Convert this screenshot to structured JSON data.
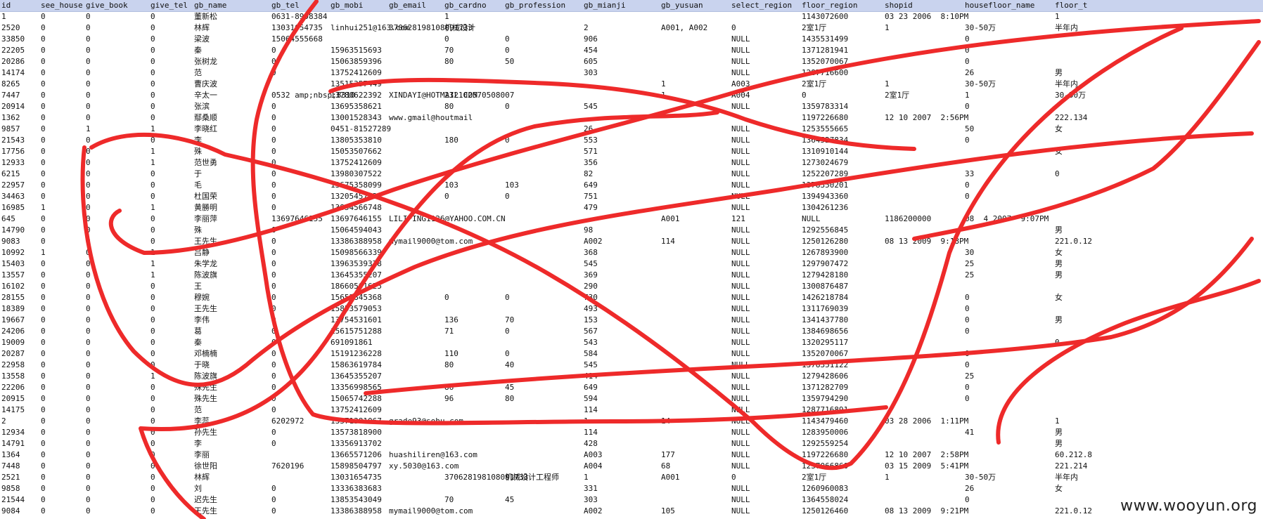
{
  "columns": [
    "id",
    "see_house",
    "give_book",
    "give_tel",
    "gb_name",
    "gb_tel",
    "gb_mobi",
    "gb_email",
    "gb_cardno",
    "gb_profession",
    "gb_mianji",
    "gb_yusuan",
    "select_region",
    "floor_region",
    "shopid",
    "housefloor_name",
    "floor_t"
  ],
  "rows": [
    [
      "1",
      "0",
      "0",
      "0",
      "董新松",
      "0631-8998384",
      "",
      "",
      "1",
      "",
      "",
      "",
      "",
      "1143072600",
      "03 23 2006  8:10PM",
      "",
      "1"
    ],
    [
      "2520",
      "0",
      "0",
      "0",
      "林辉",
      "13031654735",
      "linhui251@163.com",
      "370628198108091733",
      "机械设计",
      "",
      "2",
      "A001, A002",
      "0",
      "2室1厅",
      "1",
      "30-50万",
      "半年内"
    ],
    [
      "33850",
      "0",
      "0",
      "0",
      "梁波",
      "15064555668",
      "",
      "",
      "0",
      "0",
      "906",
      "",
      "NULL",
      "1435531499",
      "",
      "0",
      ""
    ],
    [
      "22205",
      "0",
      "0",
      "0",
      "秦",
      "0",
      "15963515693",
      "",
      "70",
      "0",
      "454",
      "",
      "NULL",
      "1371281941",
      "",
      "0",
      ""
    ],
    [
      "20286",
      "0",
      "0",
      "0",
      "张树龙",
      "0",
      "15063859396",
      "",
      "80",
      "50",
      "605",
      "",
      "NULL",
      "1352070067",
      "",
      "0",
      ""
    ],
    [
      "14174",
      "0",
      "0",
      "0",
      "范",
      "0",
      "13752412609",
      "",
      "",
      "",
      "303",
      "",
      "NULL",
      "1287716600",
      "",
      "26",
      "男"
    ],
    [
      "8265",
      "0",
      "0",
      "0",
      "曹庆波",
      "",
      "13515357449",
      "",
      "",
      "",
      "",
      "1",
      "A003",
      "2室1厅",
      "1",
      "30-50万",
      "半年内"
    ],
    [
      "7447",
      "0",
      "0",
      "0",
      "辛太一",
      "0532 amp;nbsp;8310",
      "13780622392",
      "XINDAYI@HOTMAIL.COM",
      "232102570508007",
      "",
      "",
      "1",
      "A004",
      "0",
      "2室1厅",
      "1",
      "30-50万"
    ],
    [
      "20914",
      "0",
      "0",
      "0",
      "张滨",
      "0",
      "13695358621",
      "",
      "80",
      "0",
      "545",
      "",
      "NULL",
      "1359783314",
      "",
      "0",
      ""
    ],
    [
      "1362",
      "0",
      "0",
      "0",
      "鄢桑顺",
      "0",
      "13001528343",
      "www.gmail@houtmail",
      "",
      "",
      "",
      "",
      "",
      "1197226680",
      "12 10 2007  2:56PM",
      "",
      "222.134"
    ],
    [
      "9857",
      "0",
      "1",
      "1",
      "李晓红",
      "0",
      "0451-81527289",
      "",
      "",
      "",
      "26",
      "",
      "NULL",
      "1253555665",
      "",
      "50",
      "女"
    ],
    [
      "21543",
      "0",
      "0",
      "0",
      "李",
      "0",
      "13805353810",
      "",
      "180",
      "0",
      "553",
      "",
      "NULL",
      "1364527834",
      "",
      "0",
      ""
    ],
    [
      "17756",
      "0",
      "0",
      "1",
      "殊",
      "0",
      "15053507662",
      "",
      "",
      "",
      "571",
      "",
      "NULL",
      "1310910144",
      "",
      "",
      "女"
    ],
    [
      "12933",
      "0",
      "0",
      "1",
      "范世勇",
      "0",
      "13752412609",
      "",
      "",
      "",
      "356",
      "",
      "NULL",
      "1273024679",
      "",
      "",
      ""
    ],
    [
      "6215",
      "0",
      "0",
      "0",
      "于",
      "0",
      "13980307522",
      "",
      "",
      "",
      "82",
      "",
      "NULL",
      "1252207289",
      "",
      "33",
      "0"
    ],
    [
      "22957",
      "0",
      "0",
      "0",
      "毛",
      "0",
      "13675358099",
      "",
      "103",
      "103",
      "649",
      "",
      "NULL",
      "1378350201",
      "",
      "0",
      ""
    ],
    [
      "34463",
      "0",
      "0",
      "0",
      "杜国荣",
      "0",
      "13205457722",
      "",
      "0",
      "0",
      "751",
      "",
      "NULL",
      "1394943360",
      "",
      "0",
      ""
    ],
    [
      "16985",
      "1",
      "0",
      "1",
      "黄勝明",
      "0",
      "13854566748",
      "",
      "",
      "",
      "479",
      "",
      "NULL",
      "1304261236",
      "",
      "",
      ""
    ],
    [
      "645",
      "0",
      "0",
      "0",
      "李丽萍",
      "13697646155",
      "13697646155",
      "LILIPING1126@YAHOO.COM.CN",
      "",
      "",
      "",
      "A001",
      "121",
      "NULL",
      "1186200000",
      "08  4 2007  9:07PM",
      ""
    ],
    [
      "14790",
      "0",
      "0",
      "0",
      "殊",
      "0",
      "15064594043",
      "",
      "",
      "",
      "98",
      "",
      "NULL",
      "1292556845",
      "",
      "",
      "男"
    ],
    [
      "9083",
      "0",
      "0",
      "0",
      "王先生",
      "0",
      "13386388958",
      "mymail9000@tom.com",
      "",
      "",
      "A002",
      "114",
      "NULL",
      "1250126280",
      "08 13 2009  9:18PM",
      "",
      "221.0.12"
    ],
    [
      "10992",
      "1",
      "0",
      "1",
      "吕静",
      "0",
      "15098566339",
      "",
      "",
      "",
      "368",
      "",
      "NULL",
      "1267893900",
      "",
      "30",
      "女"
    ],
    [
      "15403",
      "0",
      "0",
      "1",
      "朱学龙",
      "0",
      "13963539378",
      "",
      "",
      "",
      "545",
      "",
      "NULL",
      "1297907472",
      "",
      "25",
      "男"
    ],
    [
      "13557",
      "0",
      "0",
      "1",
      "陈波旗",
      "0",
      "13645355207",
      "",
      "",
      "",
      "369",
      "",
      "NULL",
      "1279428180",
      "",
      "25",
      "男"
    ],
    [
      "16102",
      "0",
      "0",
      "0",
      "王",
      "0",
      "18660501625",
      "",
      "",
      "",
      "290",
      "",
      "NULL",
      "1300876487",
      "",
      "",
      ""
    ],
    [
      "28155",
      "0",
      "0",
      "0",
      "穆婉",
      "0",
      "15653845368",
      "",
      "0",
      "0",
      "730",
      "",
      "NULL",
      "1426218784",
      "",
      "0",
      "女"
    ],
    [
      "18389",
      "0",
      "0",
      "0",
      "王先生",
      "0",
      "15853579053",
      "",
      "",
      "",
      "493",
      "",
      "NULL",
      "1311769039",
      "",
      "0",
      ""
    ],
    [
      "19667",
      "0",
      "0",
      "0",
      "李伟",
      "0",
      "13754531601",
      "",
      "136",
      "70",
      "153",
      "",
      "NULL",
      "1341437780",
      "",
      "0",
      "男"
    ],
    [
      "24206",
      "0",
      "0",
      "0",
      "葛",
      "0",
      "15615751288",
      "",
      "71",
      "0",
      "567",
      "",
      "NULL",
      "1384698656",
      "",
      "0",
      ""
    ],
    [
      "19009",
      "0",
      "0",
      "0",
      "秦",
      "0",
      "691091861",
      "",
      "",
      "",
      "543",
      "",
      "NULL",
      "1320295117",
      "",
      "",
      "0"
    ],
    [
      "20287",
      "0",
      "0",
      "0",
      "邓楠楠",
      "0",
      "15191236228",
      "",
      "110",
      "0",
      "584",
      "",
      "NULL",
      "1352070067",
      "",
      "0",
      ""
    ],
    [
      "22958",
      "0",
      "0",
      "0",
      "于晓",
      "0",
      "15863619784",
      "",
      "80",
      "40",
      "545",
      "",
      "NULL",
      "1378351122",
      "",
      "0",
      ""
    ],
    [
      "13558",
      "0",
      "0",
      "1",
      "陈波旗",
      "0",
      "13645355207",
      "",
      "",
      "",
      "414",
      "",
      "NULL",
      "1279428606",
      "",
      "25",
      ""
    ],
    [
      "22206",
      "0",
      "0",
      "0",
      "殊先生",
      "0",
      "13356998565",
      "",
      "86",
      "45",
      "649",
      "",
      "NULL",
      "1371282709",
      "",
      "0",
      ""
    ],
    [
      "20915",
      "0",
      "0",
      "0",
      "殊先生",
      "0",
      "15065742288",
      "",
      "96",
      "80",
      "594",
      "",
      "NULL",
      "1359794290",
      "",
      "0",
      ""
    ],
    [
      "14175",
      "0",
      "0",
      "0",
      "范",
      "0",
      "13752412609",
      "",
      "",
      "",
      "114",
      "",
      "NULL",
      "1287716891",
      "",
      "",
      ""
    ],
    [
      "2",
      "0",
      "0",
      "0",
      "李蕊",
      "6202972",
      "13371381067",
      "grade93@sohu.com",
      "",
      "",
      "1",
      "14",
      "NULL",
      "1143479460",
      "03 28 2006  1:11PM",
      "",
      "1"
    ],
    [
      "12934",
      "0",
      "0",
      "0",
      "孙先生",
      "0",
      "13573818900",
      "",
      "",
      "",
      "114",
      "",
      "NULL",
      "1283950006",
      "",
      "41",
      "男"
    ],
    [
      "14791",
      "0",
      "0",
      "0",
      "李",
      "0",
      "13356913702",
      "",
      "",
      "",
      "428",
      "",
      "NULL",
      "1292559254",
      "",
      "",
      "男"
    ],
    [
      "1364",
      "0",
      "0",
      "0",
      "李丽",
      "",
      "13665571206",
      "huashiliren@163.com",
      "",
      "",
      "A003",
      "177",
      "NULL",
      "1197226680",
      "12 10 2007  2:58PM",
      "",
      "60.212.8"
    ],
    [
      "7448",
      "0",
      "0",
      "0",
      "徐世阳",
      "7620196",
      "15898504797",
      "xy.5030@163.com",
      "",
      "",
      "A004",
      "68",
      "NULL",
      "1237066860",
      "03 15 2009  5:41PM",
      "",
      "221.214"
    ],
    [
      "2521",
      "0",
      "0",
      "0",
      "林辉",
      "",
      "13031654735",
      "",
      "370628198108091733",
      "机械设计工程师",
      "1",
      "A001",
      "0",
      "2室1厅",
      "1",
      "30-50万",
      "半年内"
    ],
    [
      "9858",
      "0",
      "0",
      "0",
      "刘",
      "0",
      "13336383683",
      "",
      "",
      "",
      "331",
      "",
      "NULL",
      "1260960083",
      "",
      "26",
      "女"
    ],
    [
      "21544",
      "0",
      "0",
      "0",
      "迟先生",
      "0",
      "13853543049",
      "",
      "70",
      "45",
      "303",
      "",
      "NULL",
      "1364558024",
      "",
      "0",
      ""
    ],
    [
      "9084",
      "0",
      "0",
      "0",
      "王先生",
      "0",
      "13386388958",
      "mymail9000@tom.com",
      "",
      "",
      "A002",
      "105",
      "NULL",
      "1250126460",
      "08 13 2009  9:21PM",
      "",
      "221.0.12"
    ]
  ],
  "watermark": "www.wooyun.org",
  "scribble_color": "#ee2a2a"
}
